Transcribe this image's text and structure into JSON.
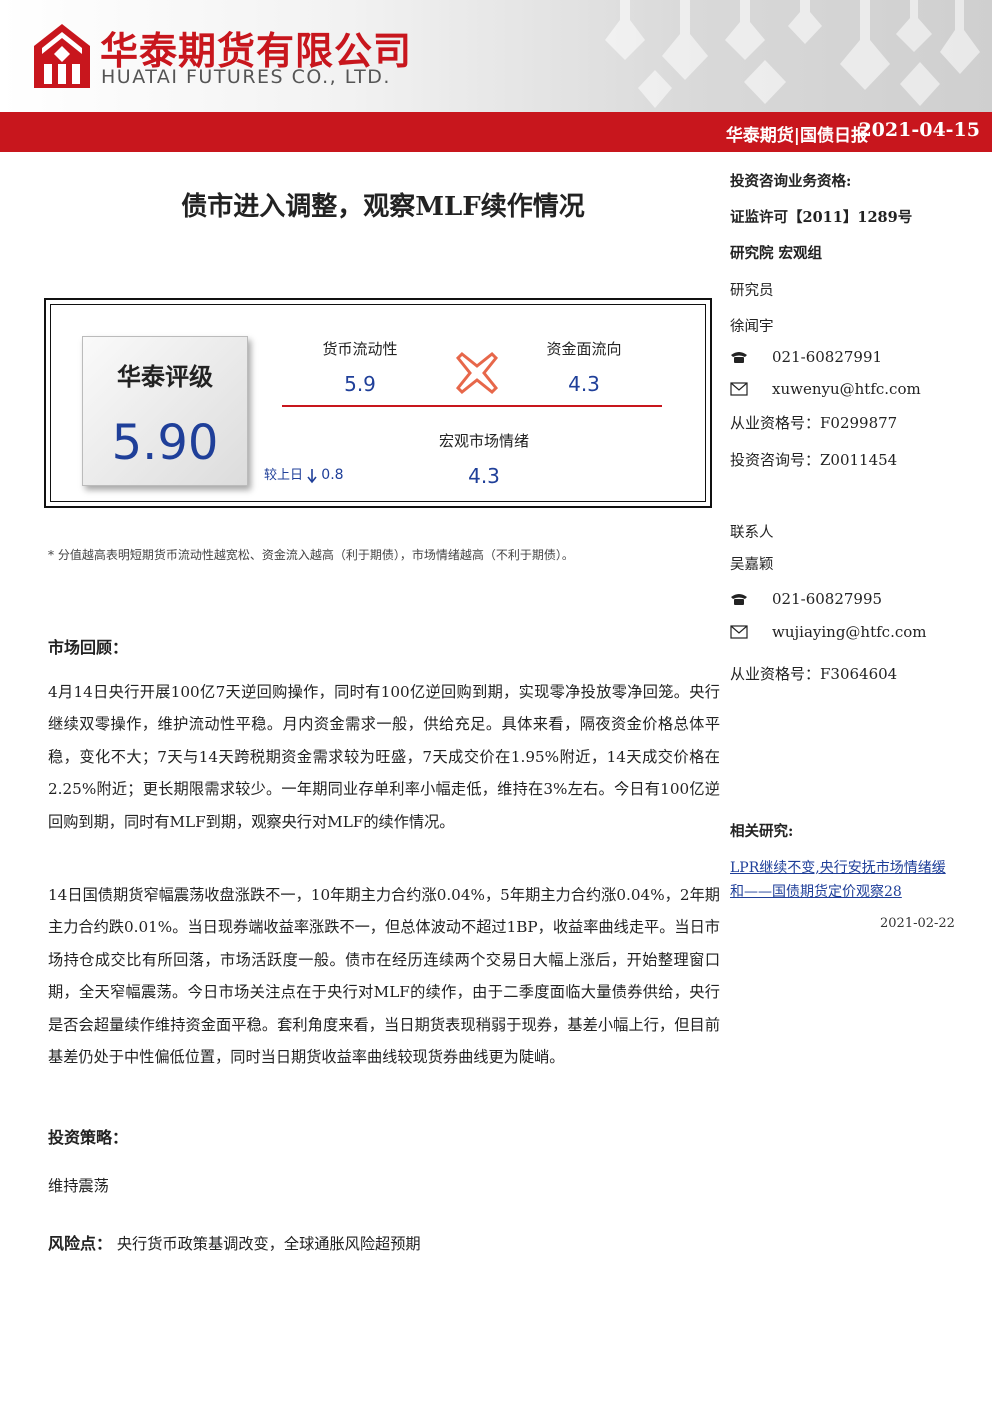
{
  "header": {
    "company_cn": "华泰期货有限公司",
    "company_en": "HUATAI FUTURES CO., LTD.",
    "report_name": "华泰期货|国债日报",
    "date": "2021-04-15",
    "brand_red": "#c8161d"
  },
  "title": "债市进入调整，观察MLF续作情况",
  "rating": {
    "label": "华泰评级",
    "score": "5.90",
    "liquidity_label": "货币流动性",
    "liquidity_value": "5.9",
    "fund_flow_label": "资金面流向",
    "fund_flow_value": "4.3",
    "sentiment_label": "宏观市场情绪",
    "sentiment_value": "4.3",
    "change_prefix": "较上日",
    "change_icon": "arrow-down-icon",
    "change_value": "0.8",
    "value_color": "#1f3f99"
  },
  "footnote": "* 分值越高表明短期货币流动性越宽松、资金流入越高（利于期债），市场情绪越高（不利于期债）。",
  "sections": {
    "review_heading": "市场回顾：",
    "review_p1": "4月14日央行开展100亿7天逆回购操作，同时有100亿逆回购到期，实现零净投放零净回笼。央行继续双零操作，维护流动性平稳。月内资金需求一般，供给充足。具体来看，隔夜资金价格总体平稳，变化不大；7天与14天跨税期资金需求较为旺盛，7天成交价在1.95%附近，14天成交价格在2.25%附近；更长期限需求较少。一年期同业存单利率小幅走低，维持在3%左右。今日有100亿逆回购到期，同时有MLF到期，观察央行对MLF的续作情况。",
    "review_p2": "14日国债期货窄幅震荡收盘涨跌不一，10年期主力合约涨0.04%，5年期主力合约涨0.04%，2年期主力合约跌0.01%。当日现券端收益率涨跌不一，但总体波动不超过1BP，收益率曲线走平。当日市场持仓成交比有所回落，市场活跃度一般。债市在经历连续两个交易日大幅上涨后，开始整理窗口期，全天窄幅震荡。今日市场关注点在于央行对MLF的续作，由于二季度面临大量债券供给，央行是否会超量续作维持资金面平稳。套利角度来看，当日期货表现稍弱于现券，基差小幅上行，但目前基差仍处于中性偏低位置，同时当日期货收益率曲线较现货券曲线更为陡峭。",
    "strategy_heading": "投资策略：",
    "strategy_text": "维持震荡",
    "risk_heading": "风险点：",
    "risk_text": "央行货币政策基调改变，全球通胀风险超预期"
  },
  "sidebar": {
    "qual_heading": "投资咨询业务资格:",
    "license": "证监许可【2011】1289号",
    "dept": "研究院 宏观组",
    "researcher_title": "研究员",
    "researcher_name": "徐闻宇",
    "researcher_phone": "021-60827991",
    "researcher_email": "xuwenyu@htfc.com",
    "researcher_cert": "从业资格号：F0299877",
    "researcher_invest": "投资咨询号：Z0011454",
    "contact_title": "联系人",
    "contact_name": "吴嘉颖",
    "contact_phone": "021-60827995",
    "contact_email": "wujiaying@htfc.com",
    "contact_cert": "从业资格号：F3064604",
    "related_heading": "相关研究:",
    "related_title": "LPR继续不变,央行安抚市场情绪缓和——国债期货定价观察28",
    "related_date": "2021-02-22"
  }
}
